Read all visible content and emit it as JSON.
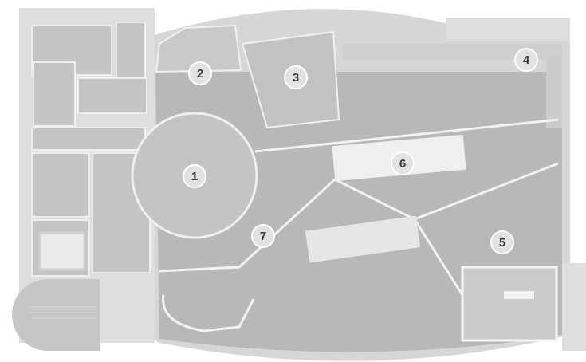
{
  "map": {
    "colors": {
      "background": "#ffffff",
      "outer_wall": "#dcdcdc",
      "floor": "#b9b9b9",
      "floor_dark": "#a9a9a9",
      "room": "#c8c8c8",
      "wall_line": "#f4f4f4",
      "marker_fill": "#e2e2e2",
      "marker_stroke": "#ffffff",
      "marker_text": "#3a3a3a"
    },
    "markers": [
      {
        "id": "1",
        "label": "1"
      },
      {
        "id": "2",
        "label": "2"
      },
      {
        "id": "3",
        "label": "3"
      },
      {
        "id": "4",
        "label": "4"
      },
      {
        "id": "5",
        "label": "5"
      },
      {
        "id": "6",
        "label": "6"
      },
      {
        "id": "7",
        "label": "7"
      }
    ]
  }
}
